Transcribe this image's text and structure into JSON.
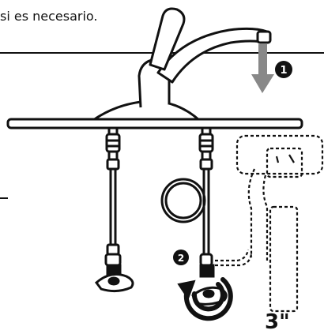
{
  "caption": "si es necesario.",
  "steps": [
    {
      "number": "1",
      "description": "down-arrow-icon"
    },
    {
      "number": "2",
      "description": "rotate-counterclockwise-icon"
    }
  ],
  "dimension_label": "3\"",
  "colors": {
    "line": "#111111",
    "arrow": "#888888",
    "badge": "#111111",
    "badge_text": "#ffffff"
  }
}
